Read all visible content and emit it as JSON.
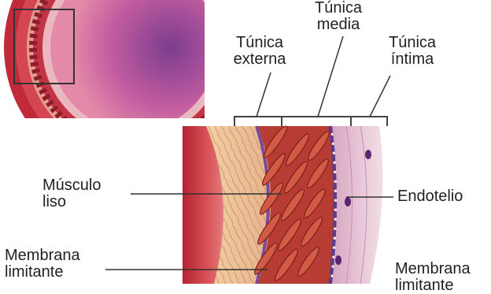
{
  "labels": {
    "tunica_externa": [
      "Túnica",
      "externa"
    ],
    "tunica_media": [
      "Túnica",
      "media"
    ],
    "tunica_intima": [
      "Túnica",
      "íntima"
    ],
    "musculo_liso": [
      "Músculo",
      "liso"
    ],
    "endotelio": "Endotelio",
    "membrana_limitante_externa": [
      "Membrana",
      "limitante"
    ],
    "membrana_limitante_interna": [
      "Membrana",
      "limitante"
    ]
  }
}
